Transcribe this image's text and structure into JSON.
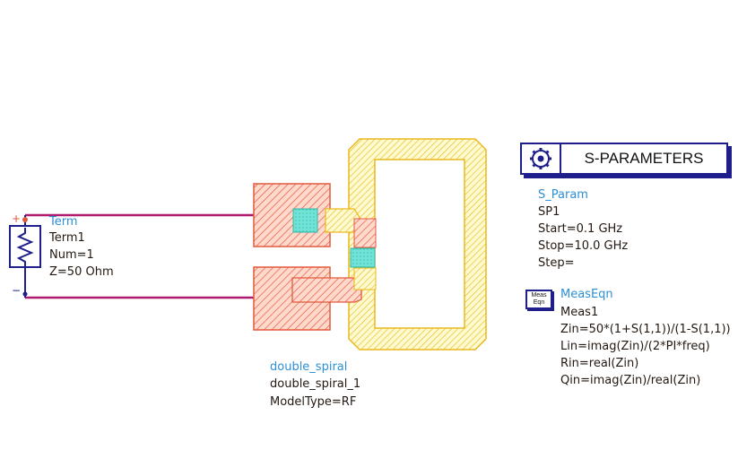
{
  "term": {
    "type": "Term",
    "name": "Term1",
    "num": "Num=1",
    "z": "Z=50 Ohm",
    "plus": "+",
    "minus": "−"
  },
  "spiral": {
    "type": "double_spiral",
    "name": "double_spiral_1",
    "model": "ModelType=RF"
  },
  "sparam": {
    "header": "S-PARAMETERS",
    "type": "S_Param",
    "name": "SP1",
    "start": "Start=0.1 GHz",
    "stop": "Stop=10.0 GHz",
    "step": "Step="
  },
  "meas": {
    "icon_text_1": "Meas",
    "icon_text_2": "Eqn",
    "type": "MeasEqn",
    "name": "Meas1",
    "eq1": "Zin=50*(1+S(1,1))/(1-S(1,1))",
    "eq2": "Lin=imag(Zin)/(2*PI*freq)",
    "eq3": "Rin=real(Zin)",
    "eq4": "Qin=imag(Zin)/real(Zin)"
  },
  "colors": {
    "wire": "#b01a6e",
    "pad_fill": "#ffd2c4",
    "pad_hatch": "#e05a40",
    "spiral_fill": "#fffcc8",
    "spiral_hatch": "#e8c020",
    "via": "#78e8e0",
    "blue_text": "#2d8fd6",
    "frame": "#1e1e8c"
  }
}
